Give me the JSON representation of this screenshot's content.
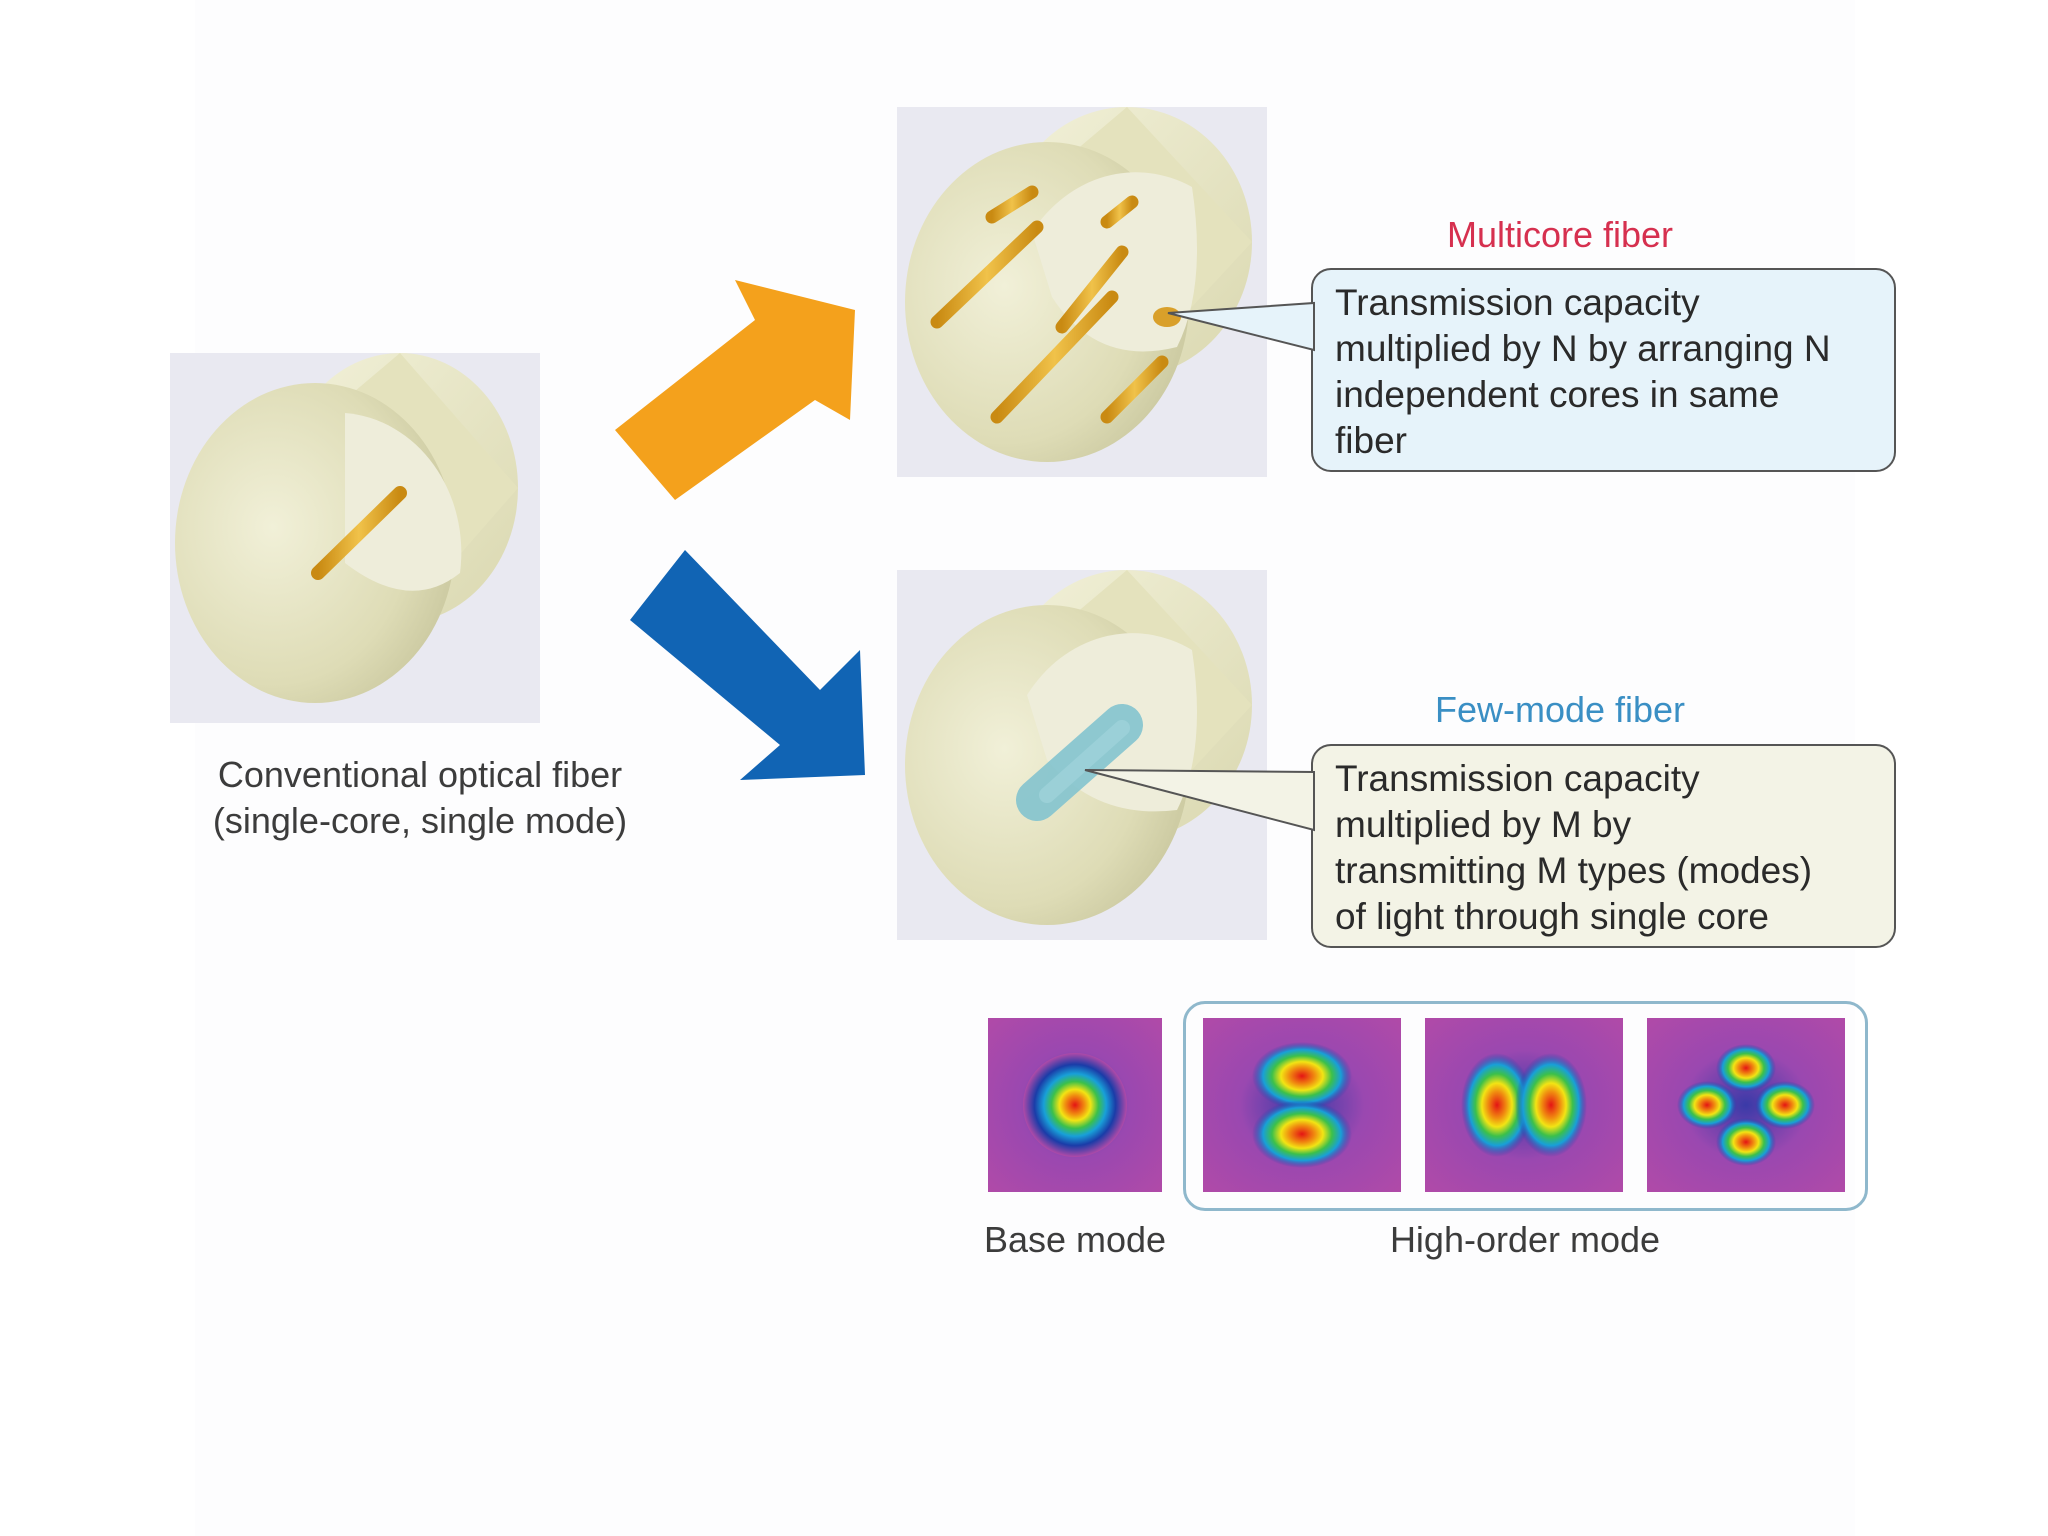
{
  "conventional": {
    "caption_line1": "Conventional optical fiber",
    "caption_line2": "(single-core, single mode)"
  },
  "multicore": {
    "title": "Multicore fiber",
    "title_color": "#d6304f",
    "callout_line1": "Transmission capacity",
    "callout_line2": "multiplied by N by arranging N",
    "callout_line3": "independent cores in same",
    "callout_line4": "fiber",
    "callout_bg": "#e6f3fa"
  },
  "fewmode": {
    "title": "Few-mode fiber",
    "title_color": "#3a8fc4",
    "callout_line1": "Transmission capacity",
    "callout_line2": "multiplied by M by",
    "callout_line3": "transmitting M types (modes)",
    "callout_line4": "of light through single core",
    "callout_bg": "#f3f3e6"
  },
  "modes": {
    "base_label": "Base mode",
    "high_label": "High-order mode"
  },
  "colors": {
    "orange_arrow": "#f4a11c",
    "blue_arrow": "#1164b4",
    "fiber_body": "#e4e3c0",
    "core_orange": "#e2a92a",
    "core_teal": "#84c4cf",
    "mode_bg": "#b04aa8"
  }
}
